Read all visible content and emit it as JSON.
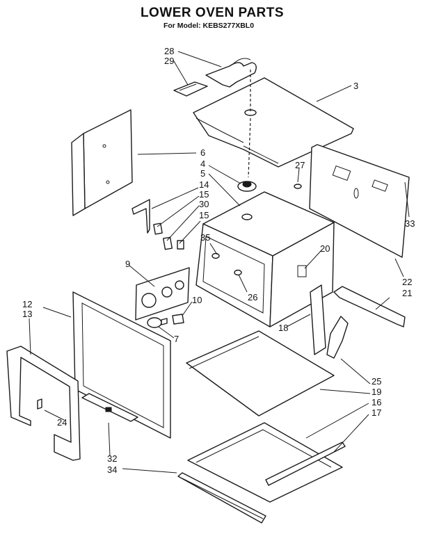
{
  "header": {
    "title": "LOWER OVEN PARTS",
    "subtitle": "For Model: KEBS277XBL0"
  },
  "callouts": {
    "c28": "28",
    "c29": "29",
    "c3": "3",
    "c6": "6",
    "c4": "4",
    "c5": "5",
    "c27": "27",
    "c14": "14",
    "c15a": "15",
    "c30": "30",
    "c15b": "15",
    "c33": "33",
    "c35": "35",
    "c20": "20",
    "c9": "9",
    "c26": "26",
    "c22": "22",
    "c21": "21",
    "c12": "12",
    "c13": "13",
    "c10": "10",
    "c18": "18",
    "c7": "7",
    "c25": "25",
    "c19": "19",
    "c16": "16",
    "c17": "17",
    "c24": "24",
    "c32": "32",
    "c34": "34"
  }
}
